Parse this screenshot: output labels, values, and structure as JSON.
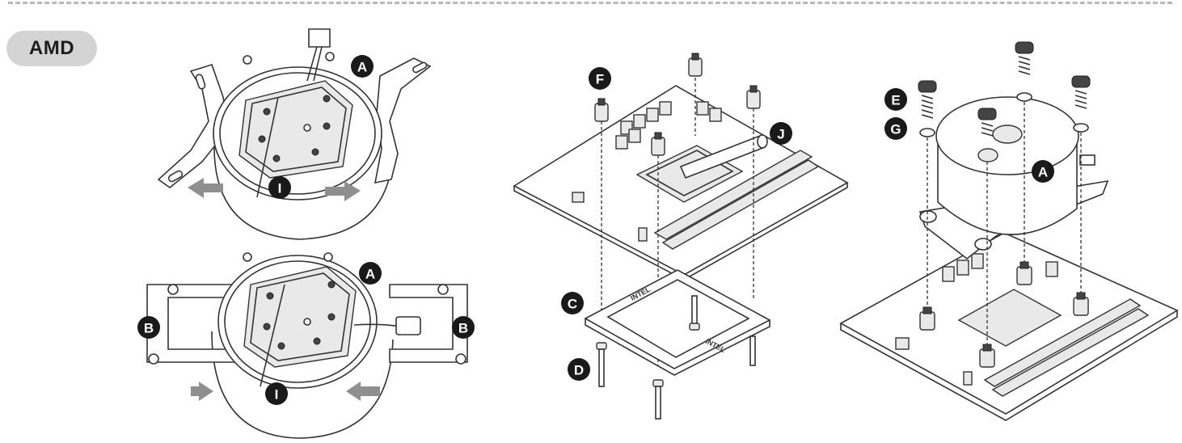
{
  "section_label": "AMD",
  "callouts": {
    "a_top": "A",
    "i_top": "I",
    "a_bottom": "A",
    "b_left": "B",
    "b_right": "B",
    "i_bottom": "I",
    "f": "F",
    "j": "J",
    "c": "C",
    "d": "D",
    "e": "E",
    "g": "G",
    "a_right": "A"
  },
  "bracket_text": "INTEL",
  "colors": {
    "badge": "#1a1a1a",
    "pill": "#d4d4d4",
    "arrow": "#8f8f8f",
    "line": "#333333"
  }
}
